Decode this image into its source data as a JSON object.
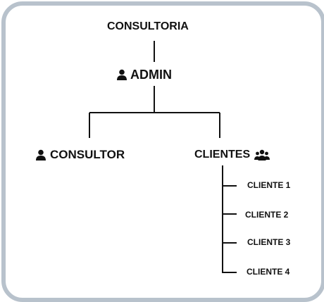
{
  "diagram": {
    "root": {
      "label": "CONSULTORIA"
    },
    "admin": {
      "label": "ADMIN",
      "icon": "user-icon"
    },
    "consultor": {
      "label": "CONSULTOR",
      "icon": "user-icon"
    },
    "clientes": {
      "label": "CLIENTES",
      "icon": "users-group-icon",
      "children": [
        {
          "label": "CLIENTE 1"
        },
        {
          "label": "CLIENTE 2"
        },
        {
          "label": "CLIENTE 3"
        },
        {
          "label": "CLIENTE 4"
        }
      ]
    }
  },
  "colors": {
    "frame_border": "#b8c2cc",
    "line": "#111111",
    "text": "#111111"
  }
}
